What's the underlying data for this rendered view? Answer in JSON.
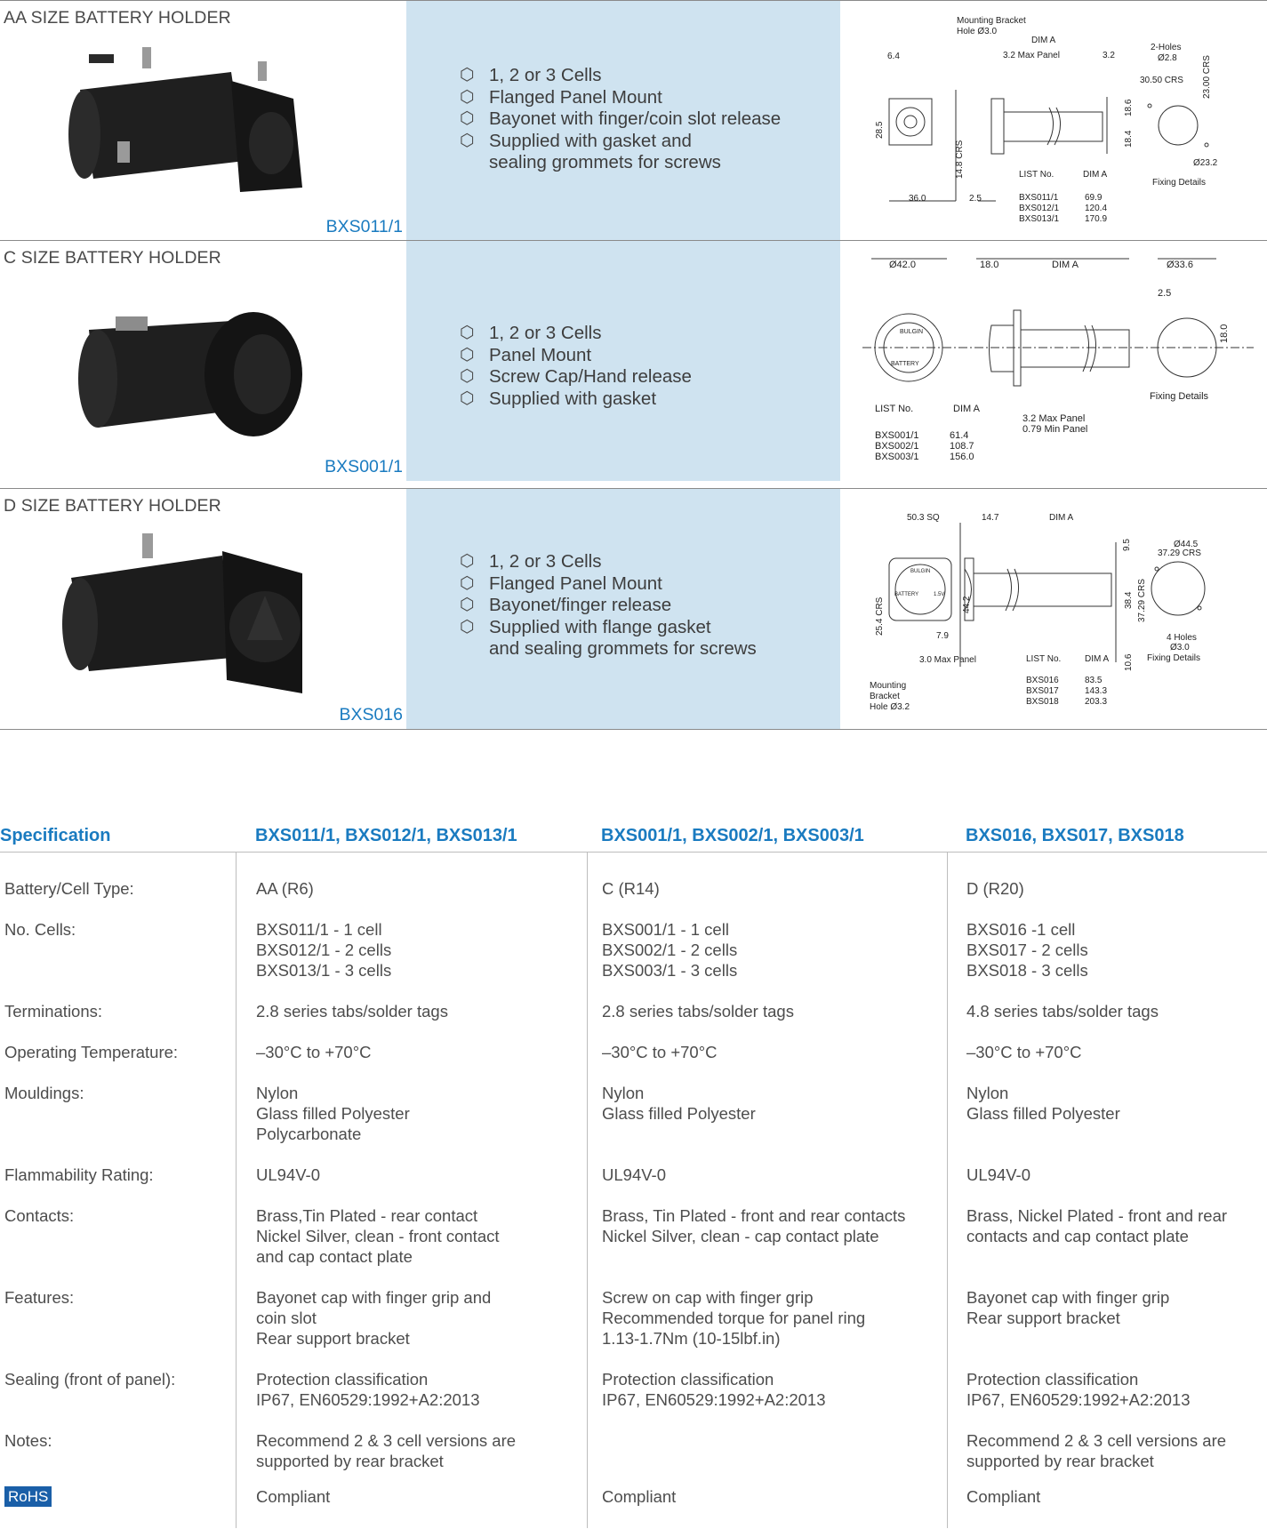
{
  "products": [
    {
      "title": "AA SIZE BATTERY HOLDER",
      "code": "BXS011/1",
      "features": [
        [
          "1, 2 or 3 Cells"
        ],
        [
          "Flanged Panel Mount"
        ],
        [
          "Bayonet with finger/coin slot release"
        ],
        [
          "Supplied with gasket and",
          "sealing grommets for screws"
        ]
      ],
      "drawing": {
        "labels": [
          "Mounting Bracket",
          "Hole Ø3.0",
          "DIM A",
          "6.4",
          "3.2 Max Panel",
          "3.2",
          "2-Holes",
          "Ø2.8",
          "30.50 CRS",
          "23.00 CRS",
          "28.5",
          "14.8 CRS",
          "18.4",
          "18.6",
          "LIST No.",
          "DIM A",
          "Ø23.2",
          "Fixing Details",
          "36.0",
          "2.5"
        ],
        "list": [
          [
            "BXS011/1",
            "69.9"
          ],
          [
            "BXS012/1",
            "120.4"
          ],
          [
            "BXS013/1",
            "170.9"
          ]
        ]
      }
    },
    {
      "title": "C SIZE BATTERY HOLDER",
      "code": "BXS001/1",
      "features": [
        [
          "1, 2 or 3 Cells"
        ],
        [
          "Panel Mount"
        ],
        [
          "Screw Cap/Hand release"
        ],
        [
          "Supplied with gasket"
        ]
      ],
      "drawing": {
        "labels": [
          "Ø42.0",
          "18.0",
          "DIM A",
          "Ø33.6",
          "2.5",
          "18.0",
          "Fixing Details",
          "LIST No.",
          "DIM A",
          "3.2 Max Panel",
          "0.79 Min Panel",
          "BULGIN",
          "BATTERY"
        ],
        "list": [
          [
            "BXS001/1",
            "61.4"
          ],
          [
            "BXS002/1",
            "108.7"
          ],
          [
            "BXS003/1",
            "156.0"
          ]
        ]
      }
    },
    {
      "title": "D SIZE BATTERY HOLDER",
      "code": "BXS016",
      "features": [
        [
          "1, 2 or 3 Cells"
        ],
        [
          "Flanged Panel Mount"
        ],
        [
          "Bayonet/finger release"
        ],
        [
          "Supplied with flange gasket",
          "and sealing grommets for screws"
        ]
      ],
      "drawing": {
        "labels": [
          "50.3 SQ",
          "14.7",
          "DIM A",
          "9.5",
          "Ø44.5",
          "37.29 CRS",
          "25.4 CRS",
          "44.2",
          "38.4",
          "37.29 CRS",
          "7.9",
          "10.6",
          "4 Holes",
          "Ø3.0",
          "Fixing Details",
          "3.0 Max Panel",
          "Mounting",
          "Bracket",
          "Hole Ø3.2",
          "LIST No.",
          "DIM A",
          "BULGIN",
          "BATTERY",
          "1.5V"
        ],
        "list": [
          [
            "BXS016",
            "83.5"
          ],
          [
            "BXS017",
            "143.3"
          ],
          [
            "BXS018",
            "203.3"
          ]
        ]
      }
    }
  ],
  "specs": {
    "headers": [
      "Specification",
      "BXS011/1, BXS012/1, BXS013/1",
      "BXS001/1, BXS002/1, BXS003/1",
      "BXS016, BXS017, BXS018"
    ],
    "rows": [
      {
        "label": "Battery/Cell Type:",
        "cols": [
          [
            "AA (R6)"
          ],
          [
            "C (R14)"
          ],
          [
            "D (R20)"
          ]
        ]
      },
      {
        "label": "No. Cells:",
        "cols": [
          [
            "BXS011/1 - 1 cell",
            "BXS012/1 - 2 cells",
            "BXS013/1 - 3 cells"
          ],
          [
            "BXS001/1 - 1 cell",
            "BXS002/1 - 2 cells",
            "BXS003/1 - 3 cells"
          ],
          [
            "BXS016 -1 cell",
            "BXS017 - 2 cells",
            "BXS018 - 3 cells"
          ]
        ]
      },
      {
        "label": "Terminations:",
        "cols": [
          [
            "2.8 series tabs/solder tags"
          ],
          [
            "2.8 series tabs/solder tags"
          ],
          [
            "4.8 series tabs/solder tags"
          ]
        ]
      },
      {
        "label": "Operating Temperature:",
        "cols": [
          [
            "–30°C to +70°C"
          ],
          [
            "–30°C to +70°C"
          ],
          [
            "–30°C to +70°C"
          ]
        ]
      },
      {
        "label": "Mouldings:",
        "cols": [
          [
            "Nylon",
            "Glass filled Polyester",
            "Polycarbonate"
          ],
          [
            "Nylon",
            "Glass filled Polyester"
          ],
          [
            "Nylon",
            "Glass filled Polyester"
          ]
        ]
      },
      {
        "label": "Flammability Rating:",
        "cols": [
          [
            "UL94V-0"
          ],
          [
            "UL94V-0"
          ],
          [
            "UL94V-0"
          ]
        ]
      },
      {
        "label": "Contacts:",
        "cols": [
          [
            "Brass,Tin Plated - rear contact",
            "Nickel Silver, clean - front contact",
            "and cap contact plate"
          ],
          [
            "Brass, Tin Plated - front and rear contacts",
            "Nickel Silver, clean - cap contact plate"
          ],
          [
            "Brass, Nickel Plated - front and rear",
            "contacts and cap contact plate"
          ]
        ]
      },
      {
        "label": "Features:",
        "cols": [
          [
            "Bayonet cap with finger grip and",
            "coin slot",
            "Rear support bracket"
          ],
          [
            "Screw on cap with finger grip",
            "Recommended torque for panel ring",
            "1.13-1.7Nm (10-15lbf.in)"
          ],
          [
            "Bayonet cap with finger grip",
            "Rear support bracket"
          ]
        ]
      },
      {
        "label": "Sealing (front of panel):",
        "cols": [
          [
            "Protection classification",
            "IP67, EN60529:1992+A2:2013"
          ],
          [
            "Protection classification",
            "IP67, EN60529:1992+A2:2013"
          ],
          [
            "Protection classification",
            "IP67, EN60529:1992+A2:2013"
          ]
        ]
      },
      {
        "label": "Notes:",
        "cols": [
          [
            "Recommend 2 & 3 cell versions are",
            "supported by rear bracket"
          ],
          [],
          [
            "Recommend 2 & 3 cell versions are",
            "supported by rear bracket"
          ]
        ]
      },
      {
        "label": "RoHS",
        "cols": [
          [
            "Compliant"
          ],
          [
            "Compliant"
          ],
          [
            "Compliant"
          ]
        ]
      }
    ]
  }
}
